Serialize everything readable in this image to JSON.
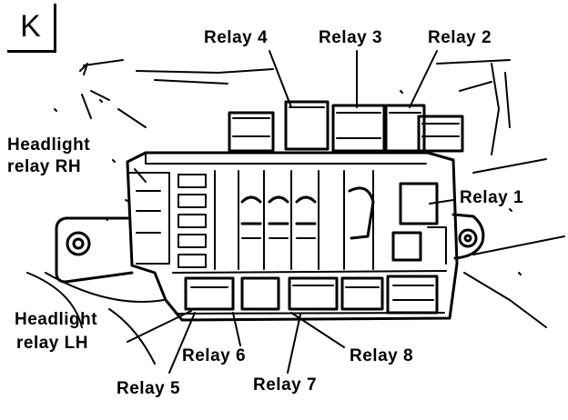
{
  "panel": {
    "letter": "K"
  },
  "labels": {
    "relay_4": "Relay 4",
    "relay_3": "Relay 3",
    "relay_2": "Relay 2",
    "relay_1": "Relay 1",
    "headlight_rh_line1": "Headlight",
    "headlight_rh_line2": "relay RH",
    "headlight_lh_line1": "Headlight",
    "headlight_lh_line2": "relay LH",
    "relay_6": "Relay 6",
    "relay_8": "Relay 8",
    "relay_5": "Relay 5",
    "relay_7": "Relay 7"
  },
  "colors": {
    "ink": "#000000",
    "paper": "#ffffff"
  }
}
